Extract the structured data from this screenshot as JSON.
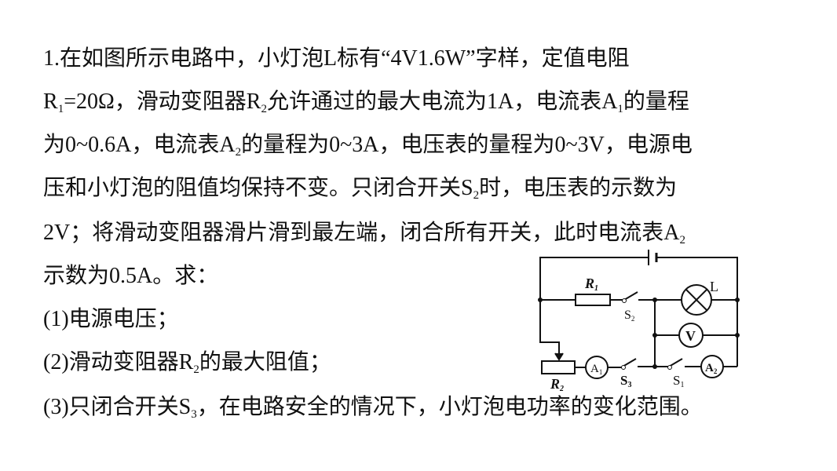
{
  "problem": {
    "lines": [
      [
        {
          "t": "1.在如图所示电路中，小灯泡L标有“4V1.6W”字样，定值电阻"
        }
      ],
      [
        {
          "t": "R"
        },
        {
          "s": "1"
        },
        {
          "t": "=20Ω，滑动变阻器R"
        },
        {
          "s": "2"
        },
        {
          "t": "允许通过的最大电流为1A，电流表A"
        },
        {
          "s": "1"
        },
        {
          "t": "的量程"
        }
      ],
      [
        {
          "t": "为0~0.6A，电流表A"
        },
        {
          "s": "2"
        },
        {
          "t": "的量程为0~3A，电压表的量程为0~3V，电源电"
        }
      ],
      [
        {
          "t": "压和小灯泡的阻值均保持不变。只闭合开关S"
        },
        {
          "s": "2"
        },
        {
          "t": "时，电压表的示数为"
        }
      ],
      [
        {
          "t": "2V；将滑动变阻器滑片滑到最左端，闭合所有开关，此时电流表A"
        },
        {
          "s": "2"
        }
      ],
      [
        {
          "t": "示数为0.5A。求："
        }
      ],
      [
        {
          "t": "(1)电源电压；"
        }
      ],
      [
        {
          "t": "(2)滑动变阻器R"
        },
        {
          "s": "2"
        },
        {
          "t": "的最大阻值；"
        }
      ],
      [
        {
          "t": "(3)只闭合开关S"
        },
        {
          "s": "3"
        },
        {
          "t": "，在电路安全的情况下，小灯泡电功率的变化范围。"
        }
      ]
    ]
  },
  "circuit": {
    "r1": "R",
    "r1_sub": "1",
    "r2": "R",
    "r2_sub": "2",
    "lamp": "L",
    "voltmeter": "V",
    "a1": "A",
    "a1_sub": "1",
    "a2": "A",
    "a2_sub": "2",
    "s1": "S",
    "s1_sub": "1",
    "s2": "S",
    "s2_sub": "2",
    "s3": "S",
    "s3_sub": "3"
  }
}
